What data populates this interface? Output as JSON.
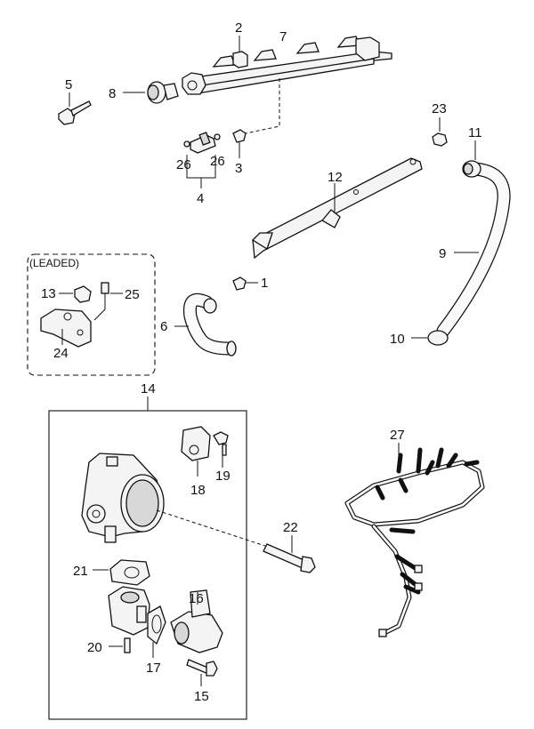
{
  "callouts": {
    "p1": "1",
    "p2": "2",
    "p3": "3",
    "p4": "4",
    "p5": "5",
    "p6": "6",
    "p7": "7",
    "p8": "8",
    "p9": "9",
    "p10": "10",
    "p11": "11",
    "p12": "12",
    "p13": "13",
    "p14": "14",
    "p15": "15",
    "p16": "16",
    "p17": "17",
    "p18": "18",
    "p19": "19",
    "p20": "20",
    "p21": "21",
    "p22": "22",
    "p23": "23",
    "p24": "24",
    "p25": "25",
    "p26a": "26",
    "p26b": "26",
    "p27": "27"
  },
  "groups": {
    "leaded_label": "(LEADED)"
  }
}
